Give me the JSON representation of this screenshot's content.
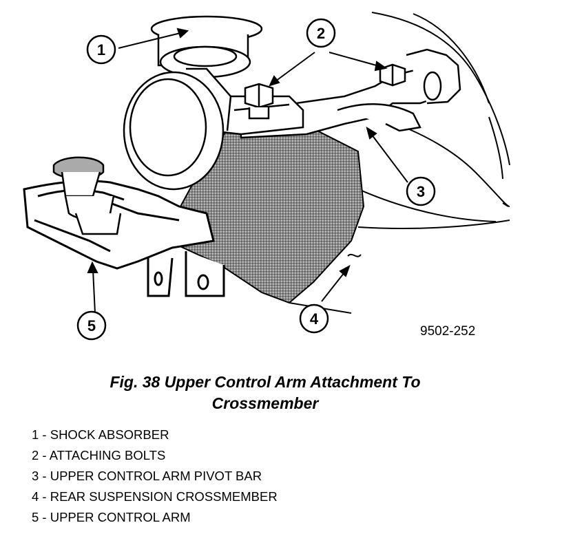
{
  "figure": {
    "code": "9502-252",
    "caption_line1": "Fig. 38 Upper Control Arm Attachment To",
    "caption_line2": "Crossmember"
  },
  "callouts": [
    {
      "number": "1"
    },
    {
      "number": "2"
    },
    {
      "number": "3"
    },
    {
      "number": "4"
    },
    {
      "number": "5"
    }
  ],
  "legend": [
    {
      "text": "1 - SHOCK ABSORBER"
    },
    {
      "text": "2 - ATTACHING BOLTS"
    },
    {
      "text": "3 - UPPER CONTROL ARM PIVOT BAR"
    },
    {
      "text": "4 - REAR SUSPENSION CROSSMEMBER"
    },
    {
      "text": "5 - UPPER CONTROL ARM"
    }
  ]
}
